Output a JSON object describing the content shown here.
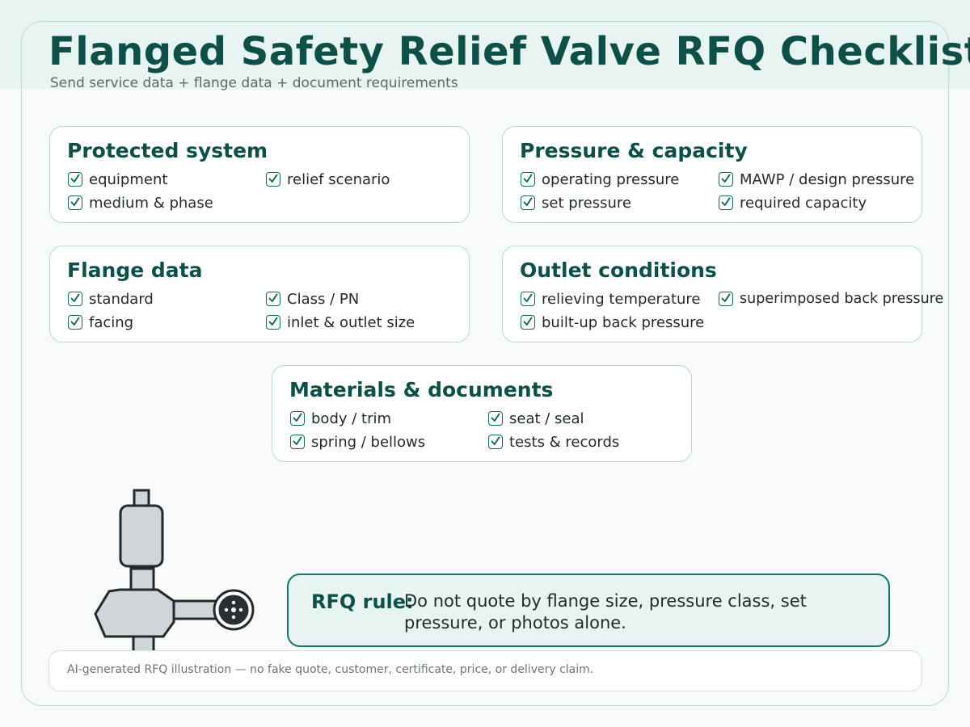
{
  "header": {
    "title": "Flanged Safety Relief Valve RFQ Checklist",
    "subtitle": "Send service data + flange data + document requirements"
  },
  "cards": [
    {
      "title": "Protected system",
      "items": [
        "equipment",
        "relief scenario",
        "medium & phase"
      ]
    },
    {
      "title": "Pressure & capacity",
      "items": [
        "operating pressure",
        "MAWP / design pressure",
        "set pressure",
        "required capacity"
      ]
    },
    {
      "title": "Flange data",
      "items": [
        "standard",
        "Class / PN",
        "facing",
        "inlet & outlet size"
      ]
    },
    {
      "title": "Outlet conditions",
      "items": [
        "relieving temperature",
        "superimposed back pressure",
        "built-up back pressure"
      ]
    },
    {
      "title": "Materials & documents",
      "items": [
        "body / trim",
        "seat / seal",
        "spring / bellows",
        "tests & records"
      ]
    }
  ],
  "rule": {
    "label": "RFQ rule:",
    "text": "Do not quote by flange size, pressure class, set pressure, or photos alone."
  },
  "footer": {
    "text": "AI-generated RFQ illustration — no fake quote, customer, certificate, price, or delivery claim."
  },
  "icons": {
    "check": "checkbox-checked-icon",
    "valve": "safety-relief-valve-illustration"
  },
  "colors": {
    "accent": "#0d5048",
    "check": "#0f6b60",
    "card_border": "#b9d8d0",
    "rule_border": "#17766a"
  }
}
